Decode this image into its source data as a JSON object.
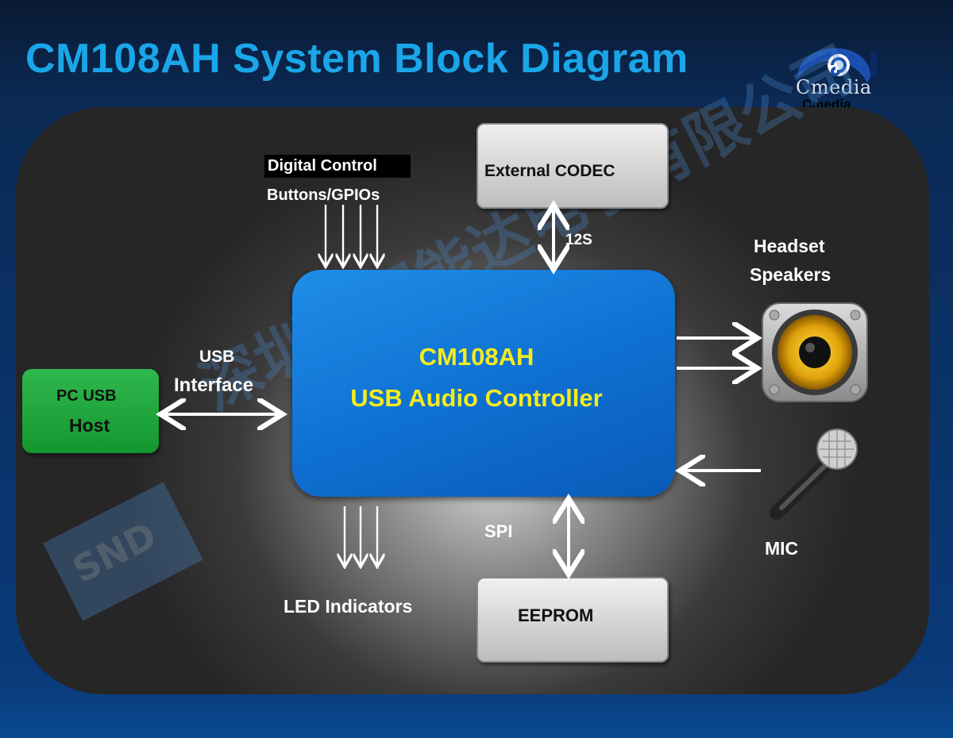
{
  "title": "CM108AH System Block Diagram",
  "logo": {
    "text": "Cmedia",
    "subtext": "Cmedia",
    "icon": "swirl-logo-icon"
  },
  "controller": {
    "line1": "CM108AH",
    "line2": "USB Audio Controller"
  },
  "external_codec": "External  CODEC",
  "eeprom": "EEPROM",
  "pc_host": {
    "line1": "PC  USB",
    "line2": "Host"
  },
  "labels": {
    "digital_control": "Digital Control",
    "buttons_gpios": "Buttons/GPIOs",
    "i2s": "12S",
    "usb": "USB",
    "interface": "Interface",
    "headset": "Headset",
    "speakers": "Speakers",
    "spi": "SPI",
    "led_indicators": "LED Indicators",
    "mic": "MIC"
  },
  "watermark": {
    "text": "深圳市深能达电子有限公司",
    "badge": "SND"
  },
  "colors": {
    "title": "#1aa6e8",
    "controller": "#0e6fd0",
    "controller_text": "#f5ec1a",
    "pc_host": "#14962e",
    "panel": "#2a2a2a"
  }
}
